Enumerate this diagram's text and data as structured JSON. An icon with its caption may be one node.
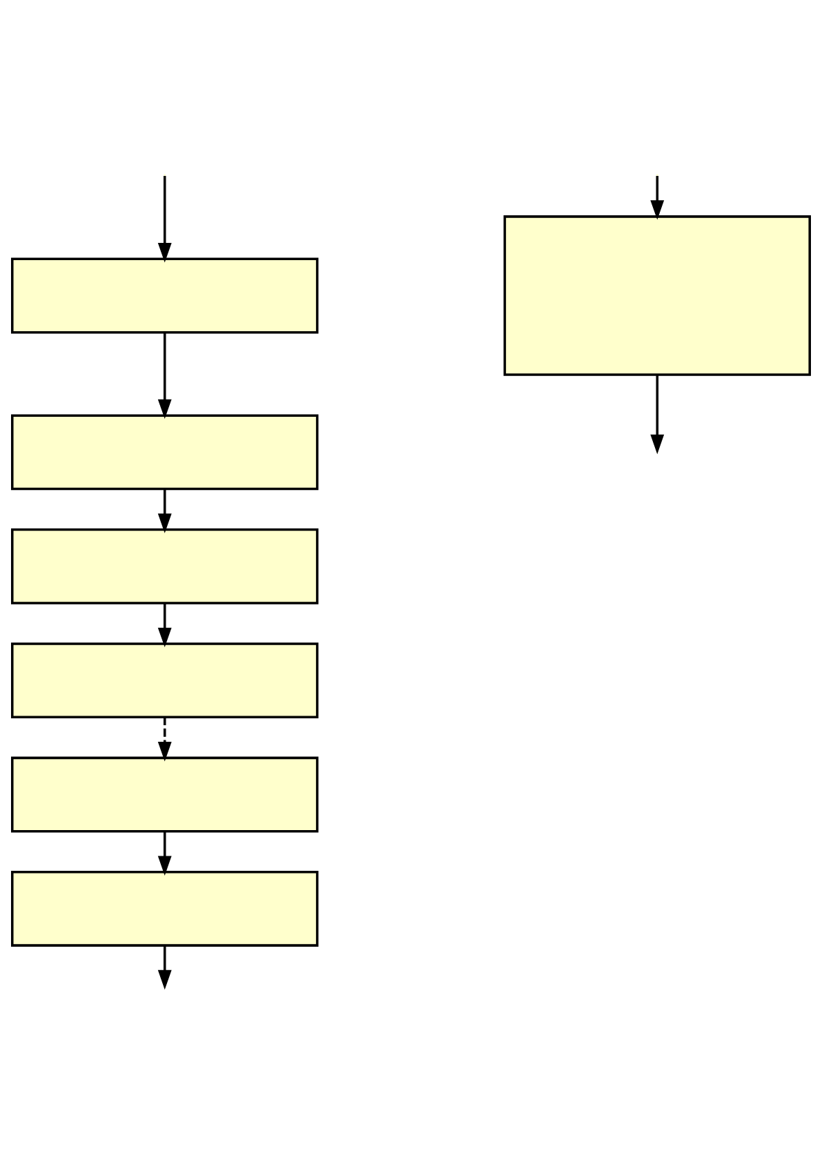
{
  "diagram": {
    "nodes": [
      {
        "text": [],
        "shape": "box"
      },
      {
        "text": [],
        "shape": "box"
      },
      {
        "text": [],
        "shape": "box"
      },
      {
        "text": [],
        "shape": "box"
      },
      {
        "text": [],
        "shape": "box"
      },
      {
        "text": [],
        "shape": "box"
      },
      {
        "text": [],
        "shape": "box"
      }
    ],
    "edges": [
      {
        "from": null,
        "to": 0,
        "arrow": "to"
      },
      {
        "from": 0,
        "to": 1,
        "arrow": "to"
      },
      {
        "from": 1,
        "to": 2,
        "arrow": "to"
      },
      {
        "from": 2,
        "to": 3,
        "arrow": "to"
      },
      {
        "from": 3,
        "to": 4,
        "arrow": "to",
        "style": "dashed"
      },
      {
        "from": 4,
        "to": 5,
        "arrow": "to"
      },
      {
        "from": 5,
        "to": null,
        "arrow": "to"
      },
      {
        "from": 6,
        "to": null,
        "arrow": "to"
      },
      {
        "from": null,
        "to": 6,
        "arrow": "to"
      }
    ]
  }
}
